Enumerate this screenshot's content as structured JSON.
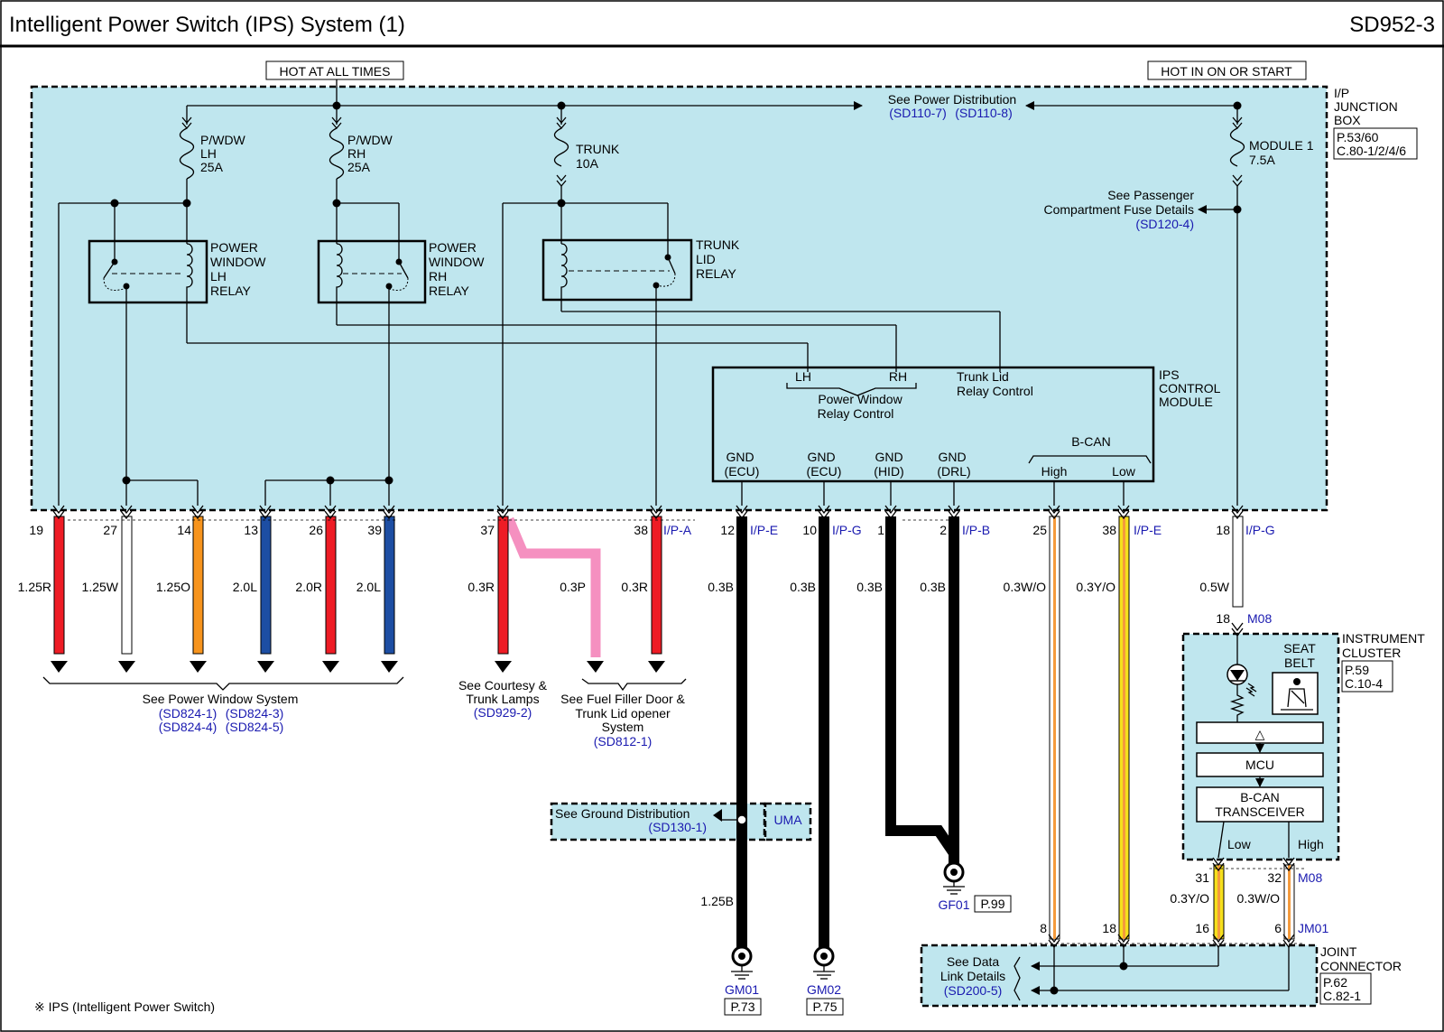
{
  "header": {
    "title": "Intelligent Power Switch (IPS) System (1)",
    "code": "SD952-3"
  },
  "footnote": "※ IPS (Intelligent Power Switch)",
  "power": {
    "hot_all": "HOT AT ALL TIMES",
    "hot_on": "HOT IN ON OR START"
  },
  "jbox": {
    "label": [
      "I/P",
      "JUNCTION",
      "BOX"
    ],
    "ref": [
      "P.53/60",
      "C.80-1/2/4/6"
    ]
  },
  "fuses": {
    "lh": [
      "P/WDW",
      "LH",
      "25A"
    ],
    "rh": [
      "P/WDW",
      "RH",
      "25A"
    ],
    "trunk": [
      "TRUNK",
      "10A"
    ],
    "module": [
      "MODULE 1",
      "7.5A"
    ]
  },
  "refs": {
    "power_dist": "See Power Distribution",
    "power_dist_a": "(SD110-7)",
    "power_dist_b": "(SD110-8)",
    "pass_comp": [
      "See Passenger",
      "Compartment Fuse Details"
    ],
    "pass_comp_link": "(SD120-4)"
  },
  "relays": {
    "lh": [
      "POWER",
      "WINDOW",
      "LH",
      "RELAY"
    ],
    "rh": [
      "POWER",
      "WINDOW",
      "RH",
      "RELAY"
    ],
    "trunk": [
      "TRUNK",
      "LID",
      "RELAY"
    ]
  },
  "ips": {
    "label": [
      "IPS",
      "CONTROL",
      "MODULE"
    ],
    "lh": "LH",
    "rh": "RH",
    "pw_ctrl": [
      "Power Window",
      "Relay Control"
    ],
    "trunk_ctrl": [
      "Trunk Lid",
      "Relay Control"
    ],
    "gnd": [
      [
        "GND",
        "(ECU)"
      ],
      [
        "GND",
        "(ECU)"
      ],
      [
        "GND",
        "(HID)"
      ],
      [
        "GND",
        "(DRL)"
      ]
    ],
    "bcan": "B-CAN",
    "high": "High",
    "low": "Low"
  },
  "connectors": {
    "ipa": "I/P-A",
    "ipe": "I/P-E",
    "ipg": "I/P-G",
    "ipb": "I/P-B",
    "ipe2": "I/P-E",
    "ipg2": "I/P-G",
    "m08": "M08",
    "m08b": "M08",
    "jm01": "JM01"
  },
  "pins": {
    "p19": "19",
    "p27": "27",
    "p14": "14",
    "p13": "13",
    "p26": "26",
    "p39": "39",
    "p37": "37",
    "p38": "38",
    "p12": "12",
    "p10": "10",
    "p1": "1",
    "p2": "2",
    "p25": "25",
    "p38b": "38",
    "p18": "18",
    "p18b": "18",
    "p31": "31",
    "p32": "32",
    "p8": "8",
    "p18c": "18",
    "p16": "16",
    "p6": "6"
  },
  "wires": {
    "w19": "1.25R",
    "w27": "1.25W",
    "w14": "1.25O",
    "w13": "2.0L",
    "w26": "2.0R",
    "w39": "2.0L",
    "w37": "0.3R",
    "w37p": "0.3P",
    "w38": "0.3R",
    "w12": "0.3B",
    "w10": "0.3B",
    "w1": "0.3B",
    "w2": "0.3B",
    "w25": "0.3W/O",
    "w38b": "0.3Y/O",
    "w18": "0.5W",
    "w12b": "1.25B",
    "w31": "0.3Y/O",
    "w32": "0.3W/O"
  },
  "bottom_refs": {
    "pws": "See Power Window System",
    "pws_a": "(SD824-1)",
    "pws_b": "(SD824-3)",
    "pws_c": "(SD824-4)",
    "pws_d": "(SD824-5)",
    "courtesy": [
      "See Courtesy &",
      "Trunk Lamps"
    ],
    "courtesy_link": "(SD929-2)",
    "fuel": [
      "See Fuel Filler Door &",
      "Trunk Lid opener",
      "System"
    ],
    "fuel_link": "(SD812-1)",
    "gnd_dist": "See Ground Distribution",
    "gnd_dist_link": "(SD130-1)",
    "uma": "UMA",
    "data_link": [
      "See Data",
      "Link Details"
    ],
    "data_link_ref": "(SD200-5)"
  },
  "grounds": {
    "gm01": "GM01",
    "gm01_p": "P.73",
    "gm02": "GM02",
    "gm02_p": "P.75",
    "gf01": "GF01",
    "gf01_p": "P.99"
  },
  "cluster": {
    "label": [
      "INSTRUMENT",
      "CLUSTER"
    ],
    "ref": [
      "P.59",
      "C.10-4"
    ],
    "seat_belt": [
      "SEAT",
      "BELT"
    ],
    "mcu": "MCU",
    "bcan": [
      "B-CAN",
      "TRANSCEIVER"
    ],
    "low": "Low",
    "high": "High",
    "delta": "△"
  },
  "joint": {
    "label": [
      "JOINT",
      "CONNECTOR"
    ],
    "ref": [
      "P.62",
      "C.82-1"
    ]
  },
  "wire_colors": {
    "red": "#ee1c25",
    "white": "#ffffff",
    "orange": "#f7941d",
    "blue": "#1d4ea3",
    "pink": "#f590c0",
    "black": "#000000",
    "yellow": "#f5e01c",
    "tan_orange": "#f49a3c"
  }
}
